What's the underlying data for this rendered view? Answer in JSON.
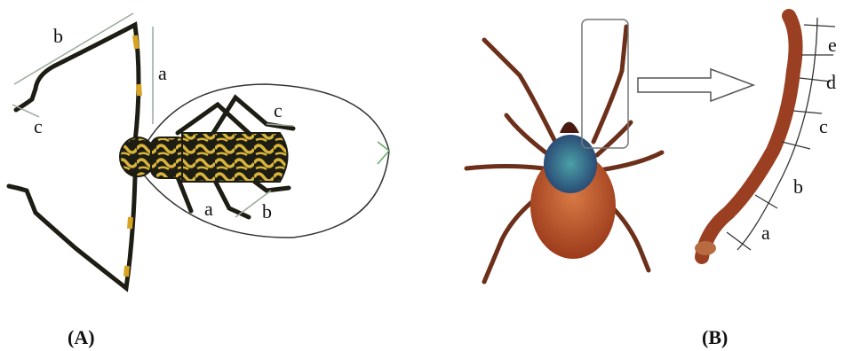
{
  "panels": [
    {
      "id": "A",
      "caption": "(A)",
      "subject": "longhorn-beetle",
      "labels": {
        "antenna_a": "a",
        "antenna_b": "b",
        "antenna_c": "c",
        "leg_a": "a",
        "leg_b": "b",
        "leg_c": "c"
      }
    },
    {
      "id": "B",
      "caption": "(B)",
      "subject": "tick",
      "labels": {
        "seg_a": "a",
        "seg_b": "b",
        "seg_c": "c",
        "seg_d": "d",
        "seg_e": "e"
      }
    }
  ],
  "colors": {
    "beetle_body": "#c9a32a",
    "beetle_dark": "#1d1d14",
    "antenna_band": "#d6a422",
    "tick_body": "#b8502a",
    "tick_shield": "#2f6c8a",
    "leg_brown": "#6b2f1a"
  }
}
